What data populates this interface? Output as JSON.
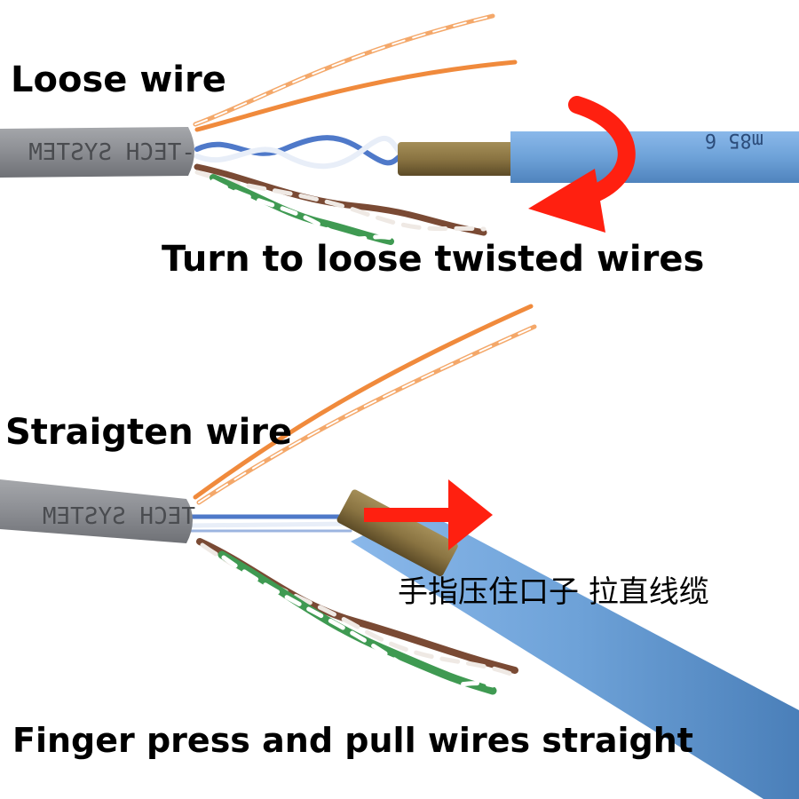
{
  "labels": {
    "loose_wire": "Loose wire",
    "turn_to_loose": "Turn to loose twisted wires",
    "straighten_wire": "Straigten wire",
    "chinese_caption": "手指压住口子 拉直线缆",
    "finger_press": "Finger press and pull wires straight"
  },
  "cable_print": {
    "gray_top": "-TECH SYSTEM",
    "gray_bottom": "TECH SYSTEM",
    "blue_top": "m85 6"
  },
  "colors": {
    "gray_jacket": "#8d8f94",
    "blue_jacket": "#6ea2d8",
    "brass_tool": "#8a7442",
    "orange_wire": "#f08a3c",
    "blue_wire": "#4f79c9",
    "brown_wire": "#7a4a34",
    "green_wire": "#3f9a52",
    "arrow_red": "#ff2010"
  }
}
